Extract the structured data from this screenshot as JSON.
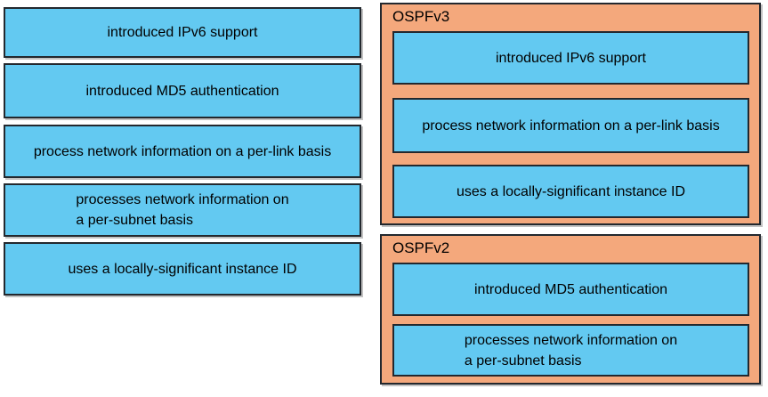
{
  "colors": {
    "option_fill": "#63c9f1",
    "container_fill": "#f4a87c",
    "border": "#23282e",
    "text": "#000000"
  },
  "source_options": [
    {
      "label": "introduced IPv6 support"
    },
    {
      "label": "introduced MD5 authentication"
    },
    {
      "label": "process network information on a per-link basis"
    },
    {
      "line1": "processes network information on",
      "line2": "a per-subnet basis"
    },
    {
      "label": "uses a locally-significant instance ID"
    }
  ],
  "targets": [
    {
      "title": "OSPFv3",
      "items": [
        {
          "label": "introduced IPv6 support"
        },
        {
          "label": "process network information on a per-link basis"
        },
        {
          "label": "uses a locally-significant instance ID"
        }
      ]
    },
    {
      "title": "OSPFv2",
      "items": [
        {
          "label": "introduced MD5 authentication"
        },
        {
          "line1": "processes network information on",
          "line2": "a per-subnet basis"
        }
      ]
    }
  ]
}
